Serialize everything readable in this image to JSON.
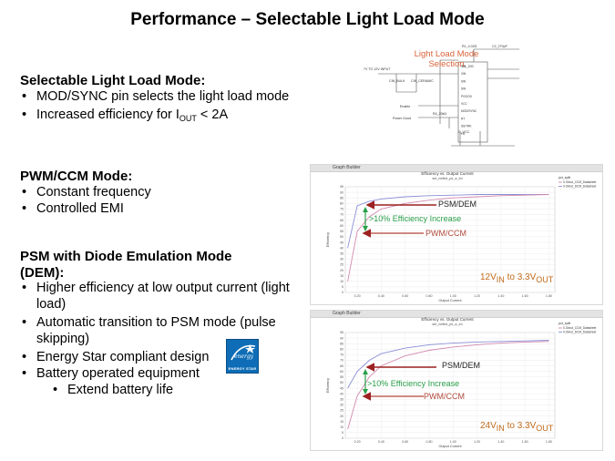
{
  "title": "Performance – Selectable Light Load Mode",
  "sections": {
    "sllm": {
      "heading": "Selectable Light Load Mode:",
      "b1": "MOD/SYNC pin  selects the light  load mode",
      "b2_pre": "Increased efficiency for I",
      "b2_sub": "OUT",
      "b2_post": " < 2A"
    },
    "pwm": {
      "heading": "PWM/CCM Mode:",
      "b1": "Constant frequency",
      "b2": "Controlled EMI"
    },
    "psm": {
      "heading_1": "PSM with Diode Emulation Mode",
      "heading_2": "(DEM):",
      "b1": "Higher efficiency at low output current (light load)",
      "b2": "Automatic transition to PSM mode (pulse skipping)",
      "b3": "Energy Star compliant design",
      "b4": "Battery operated equipment",
      "b5": "Extend battery life"
    }
  },
  "energy_star": {
    "label": "ENERGY STAR",
    "color": "#0e6db6"
  },
  "schematic": {
    "callout": "Light Load Mode Selection",
    "labels": {
      "vin": "7V TO 12V INPUT",
      "cin_bulk": "CIN_BULK",
      "cin_ceramic": "CIN_CERAMIC",
      "enable": "Enable",
      "power_good": "Power Good",
      "r1": "R1_4.02Ω",
      "r2": "R1_200",
      "r4": "R4_20kΩ",
      "c2": "C2_270pF",
      "cvcc": "C_VCC",
      "pins": [
        "VIN",
        "VIN",
        "SW",
        "SW",
        "PGOOD",
        "VCC",
        "MOD/SYNC",
        "RT",
        "SS/TRK",
        "FB"
      ]
    }
  },
  "charts": [
    {
      "tool_label": "Graph Builder",
      "title": "Efficiency vs. Output Current",
      "subtitle": "sel_netlist_ps_a_lm",
      "xlabel": "Output Current",
      "ylabel": "Efficiency",
      "x_ticks": [
        "0.20",
        "0.40",
        "0.60",
        "0.80",
        "1.00",
        "1.20",
        "1.40",
        "1.60",
        "1.80"
      ],
      "y_ticks": [
        "0",
        "5",
        "10",
        "15",
        "20",
        "25",
        "30",
        "35",
        "40",
        "45",
        "50",
        "55",
        "60",
        "65",
        "70",
        "75",
        "80",
        "85",
        "90",
        "95"
      ],
      "legend_title": "pct_split",
      "legend": [
        "0-3Vout_CCM_Datasheet",
        "0-3Vout_DCM_Datasheet"
      ],
      "ann_psm": "PSM/DEM",
      "ann_pwm": "PWM/CCM",
      "ann_inc": ">10% Efficiency Increase",
      "vin_pre": "12V",
      "vin_sub1": "IN",
      "vin_mid": " to 3.3V",
      "vin_sub2": "OUT",
      "chart_data": {
        "type": "line",
        "ylim": [
          0,
          95
        ],
        "xlim": [
          0.1,
          1.85
        ],
        "series": [
          {
            "name": "0-3Vout_DCM_Datasheet",
            "color": "#8a8fd6",
            "x": [
              0.12,
              0.2,
              0.3,
              0.4,
              0.6,
              0.8,
              1.0,
              1.2,
              1.4,
              1.6,
              1.8
            ],
            "y": [
              40,
              78,
              82,
              84,
              86,
              87,
              87.5,
              88,
              88,
              88,
              88
            ]
          },
          {
            "name": "0-3Vout_CCM_Datasheet",
            "color": "#d38ab0",
            "x": [
              0.12,
              0.2,
              0.3,
              0.4,
              0.6,
              0.8,
              1.0,
              1.2,
              1.4,
              1.6,
              1.8
            ],
            "y": [
              10,
              55,
              68,
              75,
              80,
              83,
              85,
              86,
              87,
              87.5,
              88
            ]
          }
        ]
      }
    },
    {
      "tool_label": "Graph Builder",
      "title": "Efficiency vs. Output Current",
      "subtitle": "sel_netlist_ps_a_lm",
      "xlabel": "Output Current",
      "ylabel": "Efficiency",
      "x_ticks": [
        "0.20",
        "0.40",
        "0.60",
        "0.80",
        "1.00",
        "1.20",
        "1.40",
        "1.60",
        "1.80"
      ],
      "y_ticks": [
        "0",
        "5",
        "10",
        "15",
        "20",
        "25",
        "30",
        "35",
        "40",
        "45",
        "50",
        "55",
        "60",
        "65",
        "70",
        "75",
        "80",
        "85",
        "90",
        "95"
      ],
      "legend_title": "pct_split",
      "legend": [
        "0-3Vout_CCM_Datasheet",
        "0-3Vout_DCM_Datasheet"
      ],
      "ann_psm": "PSM/DEM",
      "ann_pwm": "PWM/CCM",
      "ann_inc": ">10% Efficiency Increase",
      "vin_pre": "24V",
      "vin_sub1": "IN",
      "vin_mid": " to 3.3V",
      "vin_sub2": "OUT",
      "chart_data": {
        "type": "line",
        "ylim": [
          0,
          95
        ],
        "xlim": [
          0.1,
          1.85
        ],
        "series": [
          {
            "name": "0-3Vout_DCM_Datasheet",
            "color": "#8a8fd6",
            "x": [
              0.12,
              0.2,
              0.3,
              0.4,
              0.6,
              0.8,
              1.0,
              1.2,
              1.4,
              1.6,
              1.8
            ],
            "y": [
              45,
              60,
              70,
              76,
              81,
              84,
              85.5,
              86.5,
              87,
              87.5,
              88
            ]
          },
          {
            "name": "0-3Vout_CCM_Datasheet",
            "color": "#d38ab0",
            "x": [
              0.12,
              0.2,
              0.3,
              0.4,
              0.6,
              0.8,
              1.0,
              1.2,
              1.4,
              1.6,
              1.8
            ],
            "y": [
              8,
              38,
              55,
              65,
              74,
              79,
              82,
              84,
              85.5,
              86.5,
              87
            ]
          }
        ]
      }
    }
  ]
}
